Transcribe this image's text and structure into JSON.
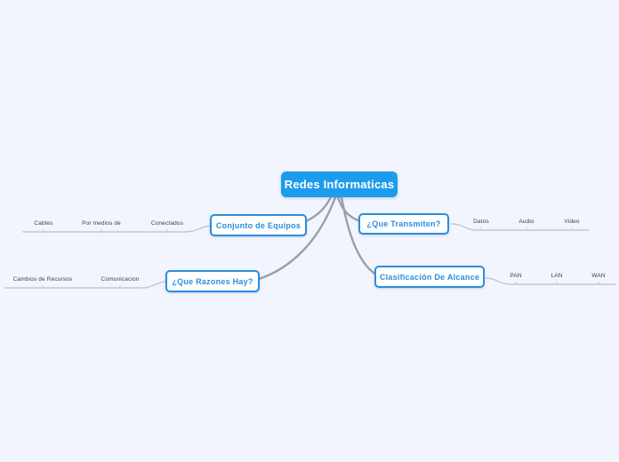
{
  "diagram": {
    "type": "mind-map",
    "title": "Redes Informaticas",
    "background_color": "#f2f5fd",
    "root_color": "#1d9bec",
    "branch_color": "#2b8ede",
    "edge_color": "#9aa0a6",
    "root": {
      "label": "Redes Informaticas"
    },
    "branches": [
      {
        "id": "conjunto-de-equipos",
        "label": "Conjunto de Equipos",
        "side": "left",
        "leaves": [
          {
            "label": "Conectados"
          },
          {
            "label": "Por medios de"
          },
          {
            "label": "Cables"
          }
        ]
      },
      {
        "id": "que-transmiten",
        "label": "¿Que Transmiten?",
        "side": "right",
        "leaves": [
          {
            "label": "Datos"
          },
          {
            "label": "Audio"
          },
          {
            "label": "Video"
          }
        ]
      },
      {
        "id": "que-razones-hay",
        "label": "¿Que Razones Hay?",
        "side": "left",
        "leaves": [
          {
            "label": "Comunicacion"
          },
          {
            "label": "Cambios de Recursos"
          }
        ]
      },
      {
        "id": "clasificacion-de-alcance",
        "label": "Clasificación De Alcance",
        "side": "right",
        "leaves": [
          {
            "label": "PAN"
          },
          {
            "label": "LAN"
          },
          {
            "label": "WAN"
          }
        ]
      }
    ]
  }
}
